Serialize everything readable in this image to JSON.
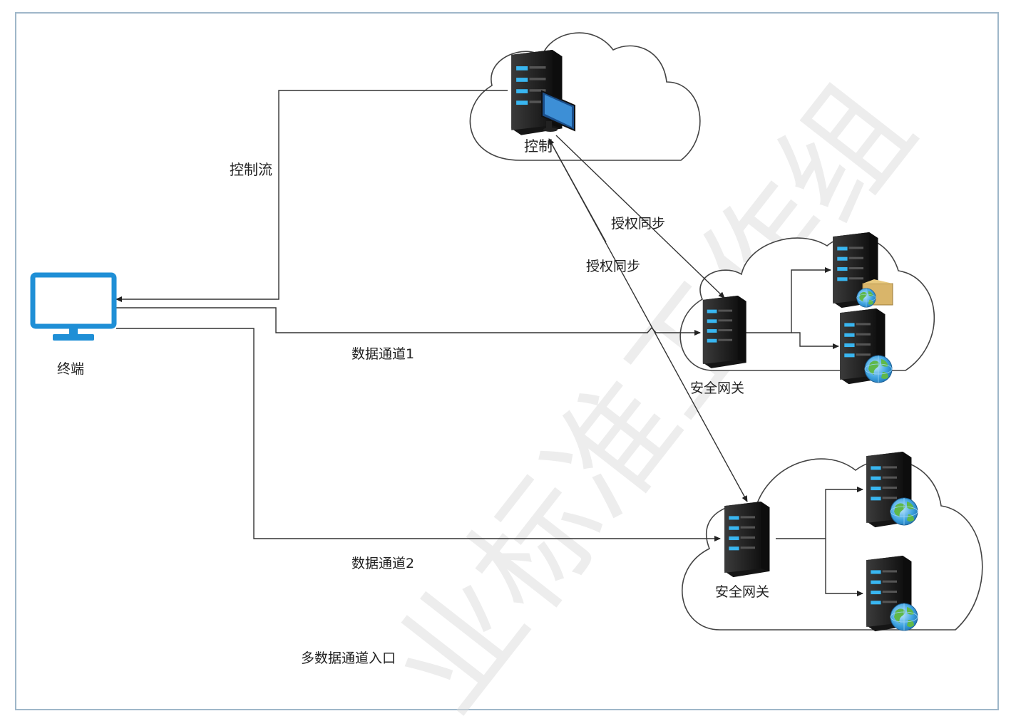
{
  "labels": {
    "control": "控制",
    "terminal": "终端",
    "control_flow": "控制流",
    "auth_sync_1": "授权同步",
    "auth_sync_2": "授权同步",
    "data_channel_1": "数据通道1",
    "data_channel_2": "数据通道2",
    "gateway_1": "安全网关",
    "gateway_2": "安全网关",
    "caption": "多数据通道入口"
  },
  "watermark": "业标准工作组",
  "icons": {
    "terminal": "monitor-icon",
    "control": "server-with-monitor-icon",
    "gateway": "server-icon",
    "app_server_globe": "server-globe-icon",
    "app_server_folder": "server-folder-globe-icon"
  },
  "colors": {
    "monitor": "#1f8fd6",
    "server_body": "#2a2a2a",
    "server_light": "#39b6f0",
    "frame": "#9fb7c9",
    "watermark": "#dcdcdc"
  }
}
